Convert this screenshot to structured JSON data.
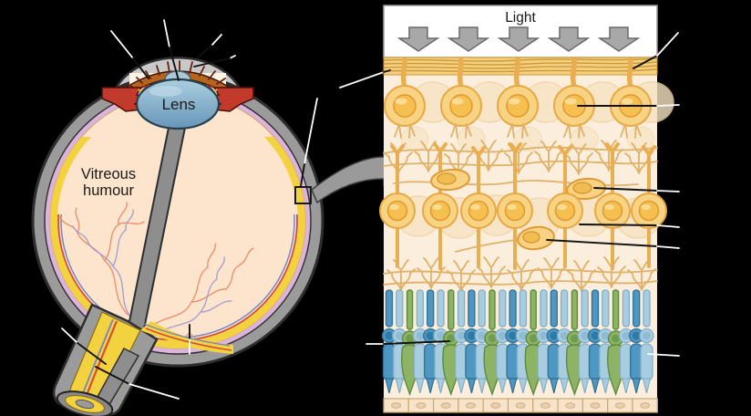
{
  "eye": {
    "lens_label": "Lens",
    "vitreous_line1": "Vitreous",
    "vitreous_line2": "humour"
  },
  "retina": {
    "light_label": "Light",
    "light_arrow_count": 5
  },
  "colors": {
    "background": "#000000",
    "sclera_gray": "#9b9b9b",
    "cornea_gray": "#c9c9c9",
    "choroid_pink": "#dcb3dc",
    "retina_yellow": "#f2d23e",
    "vitreous_cream": "#fce5cc",
    "iris_brown": "#b5651d",
    "ciliary_red": "#c23a2b",
    "lens_blue": "#7ba6c4",
    "panel_cream": "#fbeedd",
    "nerve_fiber_band": "#f4d182",
    "cell_orange": "#f8d383",
    "cell_outline": "#e8a843",
    "rod_blue": "#4d97c2",
    "rod_light_blue": "#a8cde0",
    "cone_green": "#8db464",
    "epithelium_tan": "#f7e3c8",
    "vessel_red": "#ef8a66",
    "vessel_purple": "#a49ad2",
    "light_arrow_gray": "#a8a8a8"
  }
}
